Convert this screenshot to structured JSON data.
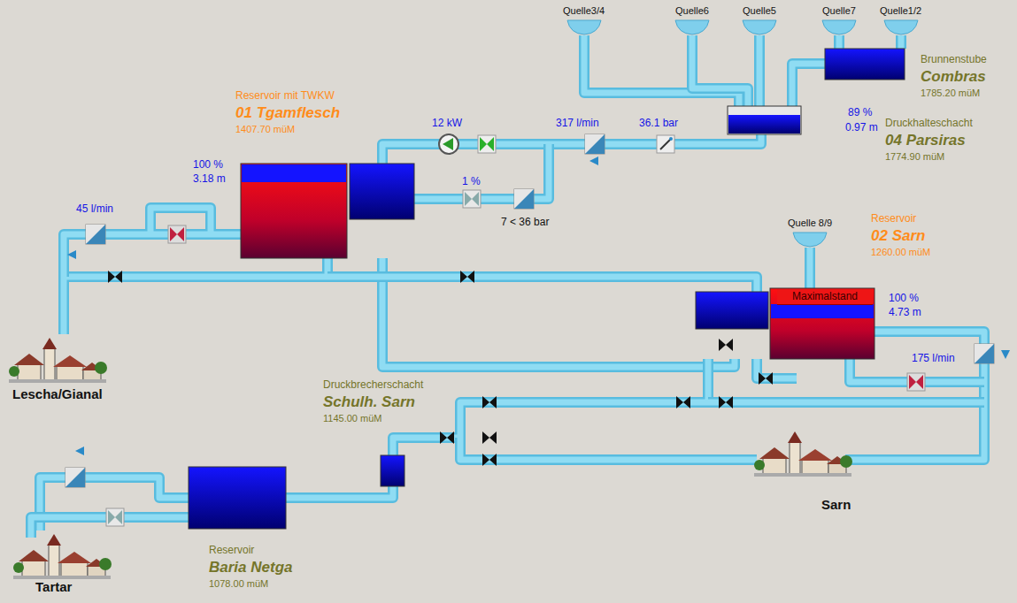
{
  "diagram": {
    "nodes": [
      {
        "text": [
          "Quelle3/4"
        ]
      },
      {
        "text": [
          "Quelle6"
        ]
      },
      {
        "text": [
          "Quelle5"
        ]
      },
      {
        "text": [
          "Quelle7"
        ]
      },
      {
        "text": [
          "Quelle1/2"
        ]
      },
      {
        "text": [
          "Brunnenstube",
          "Combras",
          "1785.20 müM"
        ]
      },
      {
        "text": [
          "Druckhalteschacht",
          "04 Parsiras",
          "1774.90 müM"
        ]
      },
      {
        "text": [
          "Reservoir mit TWKW",
          "01 Tgamflesch",
          "1407.70 müM"
        ]
      },
      {
        "text": [
          "Quelle 8/9"
        ]
      },
      {
        "text": [
          "Reservoir",
          "02 Sarn",
          "1260.00 müM"
        ]
      },
      {
        "text": [
          "Maximalstand"
        ],
        "in": 9
      },
      {
        "text": [
          "Lescha/Gianal"
        ]
      },
      {
        "text": [
          "Druckbrecherschacht",
          "Schulh. Sarn",
          "1145.00 müM"
        ]
      },
      {
        "text": [
          "Sarn"
        ]
      },
      {
        "text": [
          "Tartar"
        ]
      },
      {
        "text": [
          "Reservoir",
          "Baria Netga",
          "1078.00 müM"
        ]
      }
    ],
    "edges": [
      {
        "from": 0,
        "to": 6,
        "arrow": "none"
      },
      {
        "from": 1,
        "to": 6,
        "arrow": "none"
      },
      {
        "from": 2,
        "to": 6,
        "arrow": "none"
      },
      {
        "from": 3,
        "to": 5,
        "arrow": "none"
      },
      {
        "from": 4,
        "to": 5,
        "arrow": "none"
      },
      {
        "from": 5,
        "to": 6,
        "arrow": "none"
      },
      {
        "from": 6,
        "to": 7,
        "arrow": "none"
      },
      {
        "from": 7,
        "to": 11,
        "arrow": "none"
      },
      {
        "from": 7,
        "to": 9,
        "arrow": "none"
      },
      {
        "from": 8,
        "to": 9,
        "arrow": "none"
      },
      {
        "from": 9,
        "to": 13,
        "arrow": "none"
      },
      {
        "from": 9,
        "to": 12,
        "arrow": "none"
      },
      {
        "from": 12,
        "to": 15,
        "arrow": "none"
      },
      {
        "from": 15,
        "to": 14,
        "arrow": "none"
      }
    ],
    "labels": [
      "89 %",
      "0.97 m",
      "100 %",
      "3.18 m",
      "12 kW",
      "317 l/min",
      "36.1 bar",
      "1 %",
      "7 < 36 bar",
      "45 l/min",
      "100 %",
      "4.73 m",
      "175 l/min"
    ]
  }
}
